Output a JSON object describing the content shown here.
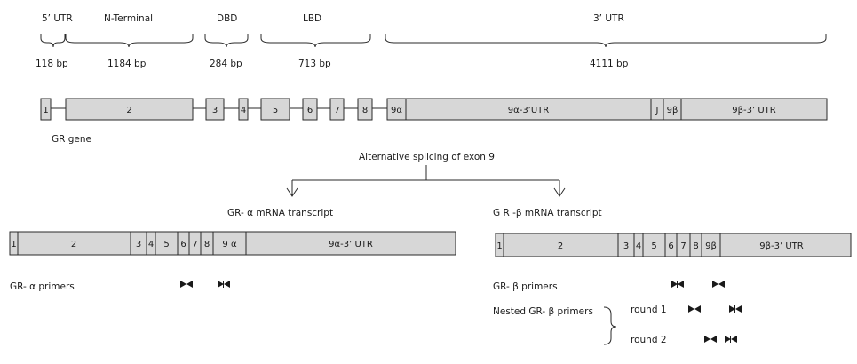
{
  "domains": [
    {
      "name": "5’ UTR",
      "size": "118 bp"
    },
    {
      "name": "N-Terminal",
      "size": "1184 bp"
    },
    {
      "name": "DBD",
      "size": "284 bp"
    },
    {
      "name": "LBD",
      "size": "713 bp"
    },
    {
      "name": "3’ UTR",
      "size": "4111 bp"
    }
  ],
  "gene": {
    "label": "GR gene",
    "exons": [
      "1",
      "2",
      "3",
      "4",
      "5",
      "6",
      "7",
      "8",
      "9α",
      "9α-3’UTR",
      "J",
      "9β",
      "9β-3’ UTR"
    ]
  },
  "splicing_label": "Alternative splicing of exon 9",
  "alpha": {
    "title": "GR- α mRNA transcript",
    "exons": [
      "1",
      "2",
      "3",
      "4",
      "5",
      "6",
      "7",
      "8",
      "9 α",
      "9α-3’ UTR"
    ],
    "primers_label": "GR- α primers"
  },
  "beta": {
    "title": "G R -β mRNA transcript",
    "exons": [
      "1",
      "2",
      "3",
      "4",
      "5",
      "6",
      "7",
      "8",
      "9β",
      "9β-3’ UTR"
    ],
    "primers_label": "GR- β primers",
    "nested_label": "Nested GR-  β primers",
    "round1": "round 1",
    "round2": "round 2"
  },
  "colors": {
    "exon_fill": "#d7d7d7",
    "outline": "#2a2a2a",
    "text": "#1a1a1a"
  },
  "icons": [
    "brace",
    "arrow-down",
    "primer-pair"
  ]
}
